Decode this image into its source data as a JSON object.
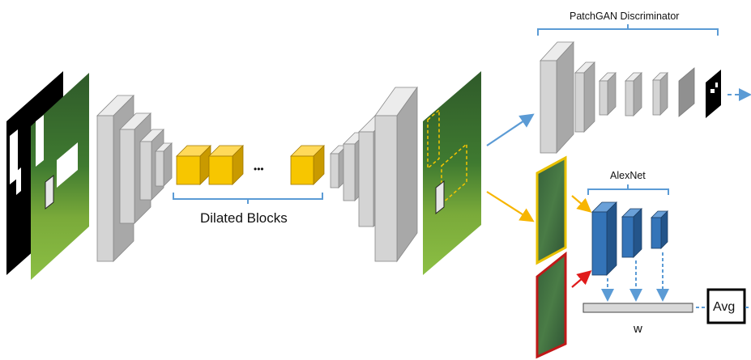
{
  "labels": {
    "dilated_blocks": "Dilated Blocks",
    "patchgan": "PatchGAN Discriminator",
    "alexnet": "AlexNet",
    "weight": "w",
    "avg": "Avg",
    "ellipsis": "•••"
  },
  "colors": {
    "layer_gray": "#d4d4d4",
    "layer_gray_top": "#ececec",
    "layer_gray_side": "#a8a8a8",
    "block_yellow": "#f7c600",
    "block_yellow_top": "#ffd95a",
    "block_yellow_side": "#c99a00",
    "alexnet_blue": "#3474b8",
    "alexnet_blue_top": "#6aa0d8",
    "alexnet_blue_side": "#24558a",
    "arrow_blue": "#5b9bd5",
    "arrow_yellow": "#f7b500",
    "arrow_red": "#e01b1b",
    "bracket_blue": "#5b9bd5",
    "patch_border_yellow": "#e8c000",
    "patch_border_red": "#c01818"
  },
  "icons": {
    "mask_image": "binary-mask-icon",
    "input_image": "masked-zebra-photo",
    "output_image": "inpainted-zebra-photo",
    "patch_real": "real-patch-photo",
    "patch_fake": "inpainted-patch-photo"
  }
}
